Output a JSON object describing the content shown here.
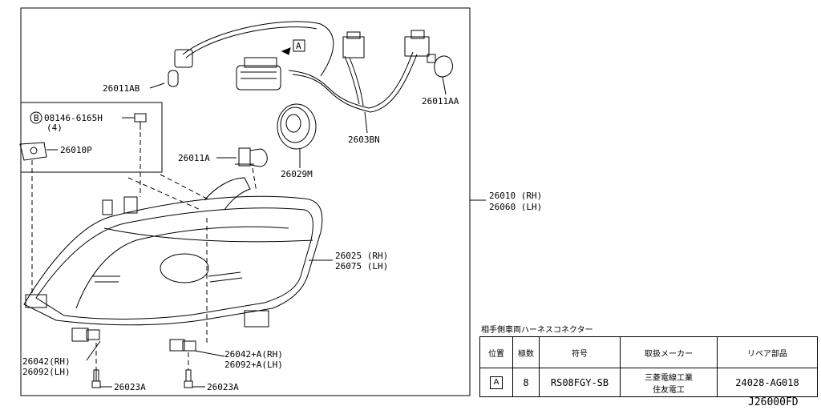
{
  "labels": {
    "p26011AB": "26011AB",
    "p26011AA": "26011AA",
    "p2603BN": "2603BN",
    "p26011A": "26011A",
    "p26029M": "26029M",
    "bolt_circle": "B",
    "bolt": "08146-6165H",
    "bolt_qty": "(4)",
    "p26010P": "26010P",
    "asm_rh": "26010 (RH)",
    "asm_lh": "26060 (LH)",
    "lens_rh": "26025 (RH)",
    "lens_lh": "26075 (LH)",
    "p26042_rh": "26042(RH)",
    "p26092_lh": "26092(LH)",
    "p26042A_rh": "26042+A(RH)",
    "p26092A_lh": "26092+A(LH)",
    "p26023A_left": "26023A",
    "p26023A_right": "26023A",
    "connector_ref": "A"
  },
  "table": {
    "title": "相手側車両ハーネスコネクター",
    "headers": [
      "位置",
      "極数",
      "符号",
      "取扱メーカー",
      "リペア部品"
    ],
    "row": {
      "position": "A",
      "poles": "8",
      "code": "RS08FGY-SB",
      "maker1": "三菱電線工業",
      "maker2": "住友電工",
      "repair": "24028-AG018"
    }
  },
  "figure_code": "J26000FD"
}
